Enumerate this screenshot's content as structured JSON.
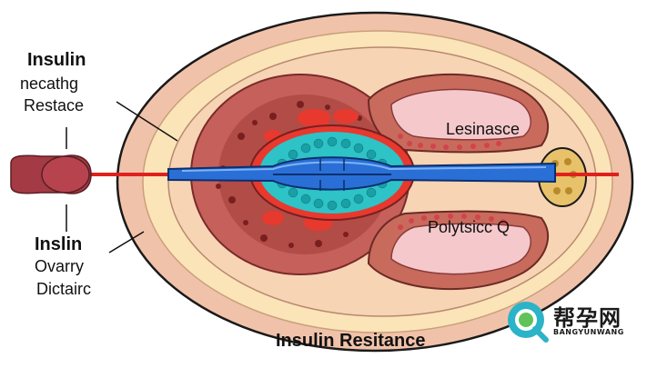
{
  "labels": {
    "top_left": [
      "Insulin",
      "necathg",
      "Restace"
    ],
    "bottom_left": [
      "Inslin",
      "Ovarry",
      "Dictairc"
    ],
    "upper_right": "Lesinasce",
    "lower_right": "Polytsicc Q",
    "caption": "Insulin Resitance"
  },
  "watermark": {
    "title": "帮孕网",
    "subtitle": "BANGYUNWANG"
  },
  "colors": {
    "outer_ring": "#f0c0a8",
    "inner_ring": "#fbe3b6",
    "tissue": "#c95a50",
    "vessel": "#2a6fd6",
    "cells": "#2ec3c6",
    "red_line": "#e0201c",
    "lobe": "#f5c8cc"
  }
}
